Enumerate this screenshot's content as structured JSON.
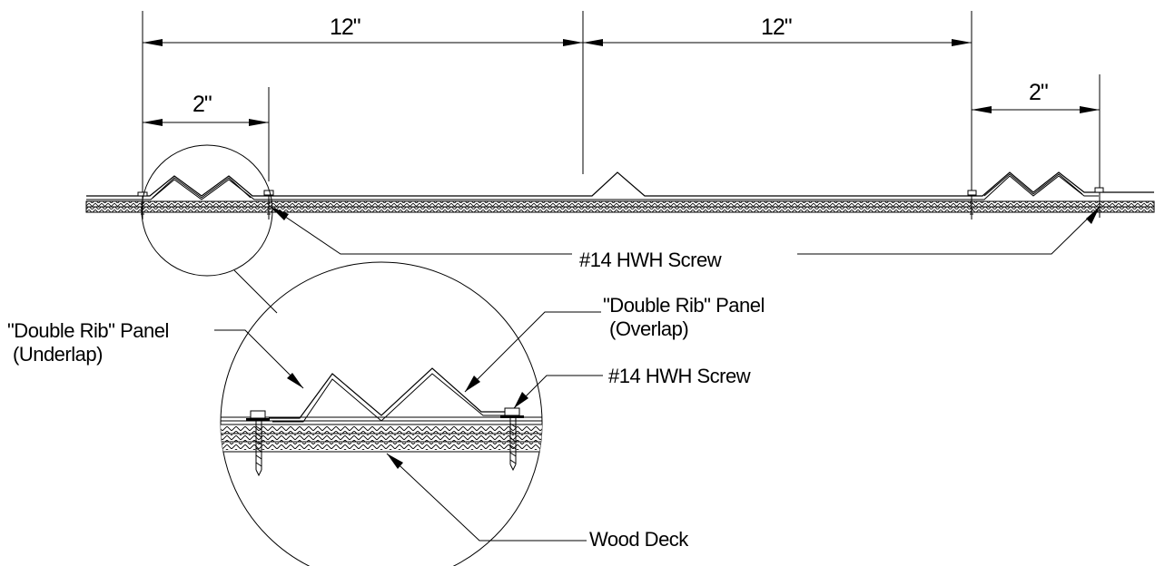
{
  "dimensions": {
    "span_left": "12\"",
    "span_right": "12\"",
    "lap_left": "2\"",
    "lap_right": "2\""
  },
  "callouts": {
    "screw_top": "#14 HWH Screw",
    "panel_underlap_line1": "\"Double Rib\" Panel",
    "panel_underlap_line2": "(Underlap)",
    "panel_overlap_line1": "\"Double Rib\" Panel",
    "panel_overlap_line2": "(Overlap)",
    "screw_detail": "#14 HWH Screw",
    "wood_deck": "Wood Deck"
  }
}
